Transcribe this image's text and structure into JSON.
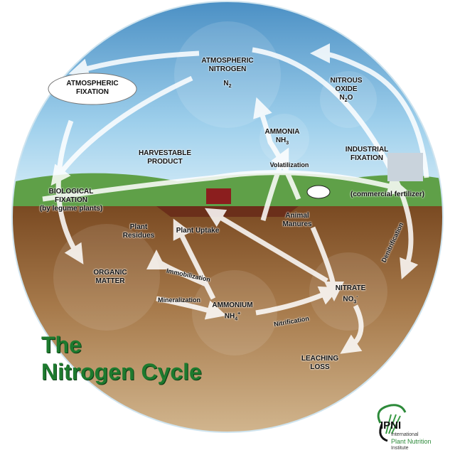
{
  "title": {
    "line1": "The",
    "line2": "Nitrogen Cycle"
  },
  "labels": {
    "atmospheric_fixation": [
      "ATMOSPHERIC",
      "FIXATION"
    ],
    "atmospheric_nitrogen": [
      "ATMOSPHERIC",
      "NITROGEN"
    ],
    "n2": {
      "base": "N",
      "sub": "2"
    },
    "nitrous_oxide": [
      "NITROUS",
      "OXIDE"
    ],
    "n2o": {
      "base": "N",
      "sub": "2",
      "tail": "O"
    },
    "ammonia": "AMMONIA",
    "nh3": {
      "base": "NH",
      "sub": "3"
    },
    "harvestable_product": [
      "HARVESTABLE",
      "PRODUCT"
    ],
    "industrial_fixation": [
      "INDUSTRIAL",
      "FIXATION"
    ],
    "volatilization": "Volatilization",
    "biological_fixation": [
      "BIOLOGICAL",
      "FIXATION",
      "(by legume plants)"
    ],
    "commercial_fertilizer": "(commercial fertilizer)",
    "plant_residues": [
      "Plant",
      "Residues"
    ],
    "plant_uptake": "Plant Uptake",
    "animal_manures": [
      "Animal",
      "Manures"
    ],
    "denitrification": "Denitrification",
    "organic_matter": [
      "ORGANIC",
      "MATTER"
    ],
    "immobilization": "Immobilization",
    "mineralization": "Mineralization",
    "ammonium": "AMMONIUM",
    "nh4": {
      "base": "NH",
      "sub": "4",
      "sup": "+"
    },
    "nitrate": "NITRATE",
    "no3": {
      "base": "NO",
      "sub": "3",
      "sup": "-"
    },
    "nitrification": "Nitrification",
    "leaching_loss": [
      "LEACHING",
      "LOSS"
    ]
  },
  "logo": {
    "acronym": "IPNI",
    "line1": "International",
    "line2": "Plant Nutrition",
    "line3": "Institute"
  },
  "colors": {
    "title_green": "#1d7a2e",
    "sky": "#8cc4e6",
    "soil": "#8a5a2b"
  }
}
